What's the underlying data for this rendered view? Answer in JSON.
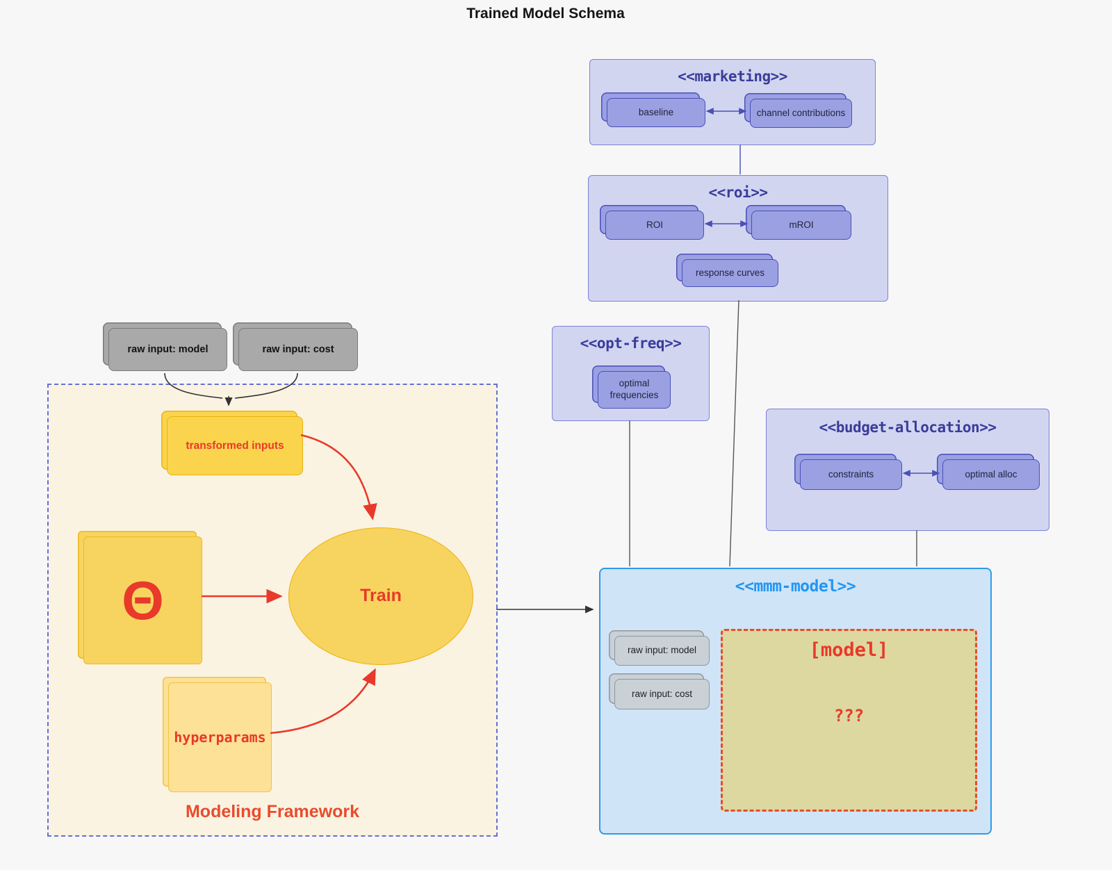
{
  "page": {
    "title": "Trained Model Schema"
  },
  "colors": {
    "background": "#f7f7f8",
    "container_fill": "#d2d5f0",
    "container_border": "#7d82d8",
    "container_title": "#383d9b",
    "purple_node_fill": "#9aa0e2",
    "purple_node_border": "#4a50b8",
    "mmm_fill": "#cfe4f7",
    "mmm_border": "#2e9be6",
    "mmm_title": "#2196f3",
    "khaki_fill": "#ddd89f",
    "red_accent": "#e8392a",
    "gray_node_fill": "#a9a9a9",
    "framework_fill": "#faf3e2",
    "framework_border": "#6470d4",
    "yellow_node_fill": "#f7d45f"
  },
  "marketing": {
    "title": "<<marketing>>",
    "baseline": "baseline",
    "channel_contributions": "channel contributions"
  },
  "roi": {
    "title": "<<roi>>",
    "roi": "ROI",
    "mroi": "mROI",
    "response_curves": "response curves"
  },
  "opt_freq": {
    "title": "<<opt-freq>>",
    "optimal_frequencies": "optimal frequencies"
  },
  "budget": {
    "title": "<<budget-allocation>>",
    "constraints": "constraints",
    "optimal_alloc": "optimal alloc"
  },
  "mmm": {
    "title": "<<mmm-model>>",
    "raw_input_model": "raw input: model",
    "raw_input_cost": "raw input: cost",
    "model": "[model]",
    "unknown": "???"
  },
  "framework": {
    "label": "Modeling Framework",
    "raw_input_model": "raw input: model",
    "raw_input_cost": "raw input: cost",
    "transformed_inputs": "transformed inputs",
    "theta": "Θ",
    "train": "Train",
    "hyperparams": "hyperparams"
  }
}
